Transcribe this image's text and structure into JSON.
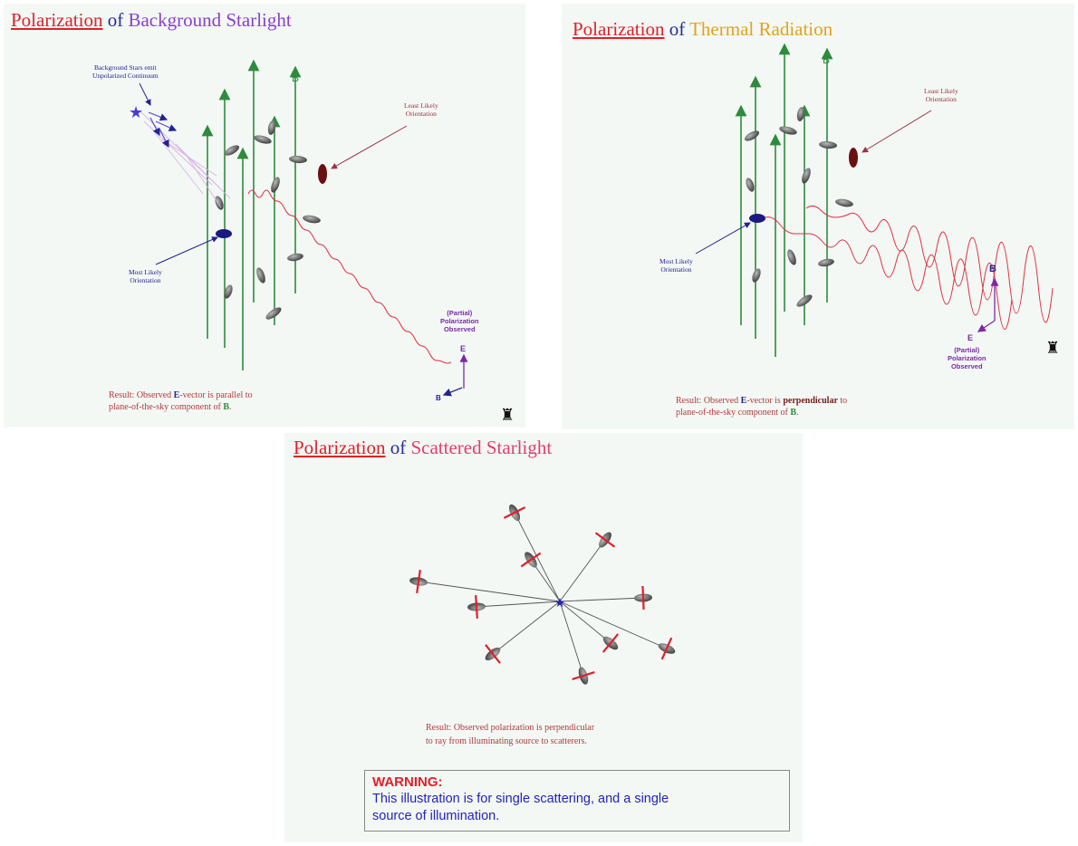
{
  "panel1": {
    "title_pol": "Polarization",
    "title_of": "of",
    "title_subject": "Background Starlight",
    "b_label": "B",
    "bg_star_line1": "Background Stars emit",
    "bg_star_line2": "Unpolarized Continuum",
    "least_line1": "Least Likely",
    "least_line2": "Orientation",
    "most_line1": "Most Likely",
    "most_line2": "Orientation",
    "partial_line1": "(Partial)",
    "partial_line2": "Polarization",
    "partial_line3": "Observed",
    "e_label": "E",
    "b_small": "B",
    "result_line1_a": "Result: Observed",
    "result_line1_e": "E",
    "result_line1_b": "-vector is parallel to",
    "result_line2_a": "plane-of-the-sky component of",
    "result_line2_b": "B",
    "result_line2_c": "."
  },
  "panel2": {
    "title_pol": "Polarization",
    "title_of": "of",
    "title_subject": "Thermal Radiation",
    "b_label": "B",
    "least_line1": "Least Likely",
    "least_line2": "Orientation",
    "most_line1": "Most Likely",
    "most_line2": "Orientation",
    "b_small": "B",
    "e_label": "E",
    "partial_line1": "(Partial)",
    "partial_line2": "Polarization",
    "partial_line3": "Observed",
    "result_line1_a": "Result: Observed",
    "result_line1_e": "E",
    "result_line1_b": "-vector is",
    "result_line1_c": "perpendicular",
    "result_line1_d": "to",
    "result_line2_a": "plane-of-the-sky component of",
    "result_line2_b": "B",
    "result_line2_c": "."
  },
  "panel3": {
    "title_pol": "Polarization",
    "title_of": "of",
    "title_subject": "Scattered Starlight",
    "result_line1": "Result: Observed polarization is perpendicular",
    "result_line2": "to ray from illuminating source to scatterers.",
    "warning_title": "WARNING:",
    "warning_line1": "This illustration is for single scattering, and a  single",
    "warning_line2": "source of illumination."
  },
  "colors": {
    "title_red": "#e0202a",
    "field_green": "#2e8b3c",
    "wave_red": "#e03040",
    "label_purple": "#7a2aa6",
    "label_blue": "#23238f"
  }
}
